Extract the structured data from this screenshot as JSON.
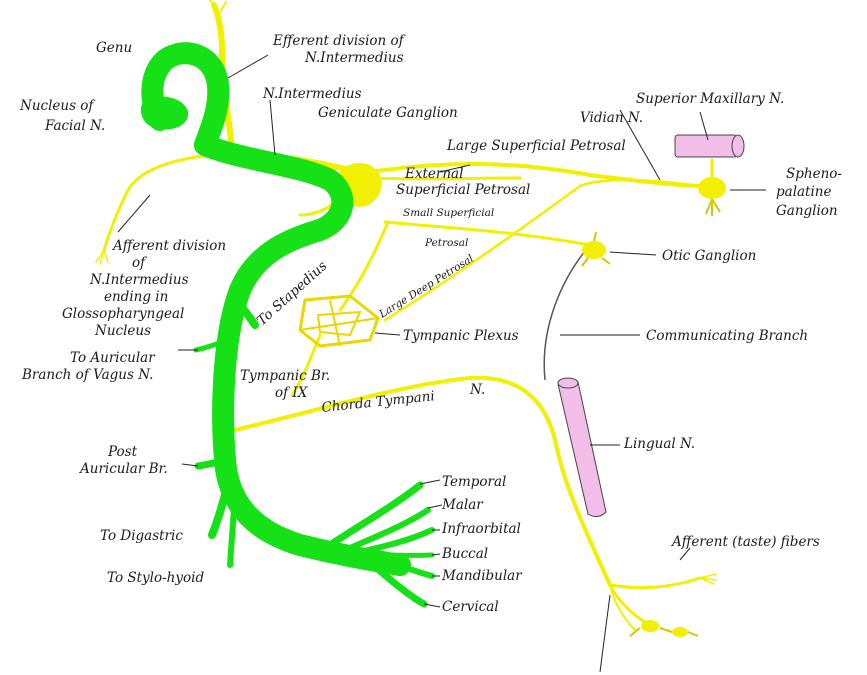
{
  "colors": {
    "motor": "#16e016",
    "sensory": "#f0f000",
    "sensory_edge": "#9a8f00",
    "structure": "#f2bde8",
    "ink": "#1a1a1a"
  },
  "labels": {
    "genu": "Genu",
    "nucleus_facial_1": "Nucleus of",
    "nucleus_facial_2": "Facial N.",
    "efferent_division_1": "Efferent division of",
    "efferent_division_2": "N.Intermedius",
    "n_intermedius": "N.Intermedius",
    "geniculate_ganglion": "Geniculate Ganglion",
    "large_superficial_petrosal": "Large Superficial Petrosal",
    "external_superficial_petrosal_1": "External",
    "external_superficial_petrosal_2": "Superficial Petrosal",
    "small_superficial_petrosal_1": "Small Superficial",
    "small_superficial_petrosal_2": "Petrosal",
    "large_deep_petrosal": "Large Deep Petrosal",
    "vidian_n": "Vidian N.",
    "superior_maxillary_n": "Superior Maxillary N.",
    "sphenopalatine_1": "Spheno-",
    "sphenopalatine_2": "palatine",
    "sphenopalatine_3": "Ganglion",
    "otic_ganglion": "Otic Ganglion",
    "afferent_division_1": "Afferent division",
    "afferent_division_2": "of",
    "afferent_division_3": "N.Intermedius",
    "afferent_division_4": "ending in",
    "afferent_division_5": "Glossopharyngeal",
    "afferent_division_6": "Nucleus",
    "to_stapedius": "To Stapedius",
    "tympanic_plexus": "Tympanic Plexus",
    "communicating_branch": "Communicating Branch",
    "to_auricular_1": "To Auricular",
    "to_auricular_2": "Branch of Vagus N.",
    "tympanic_br_1": "Tympanic Br.",
    "tympanic_br_2": "of IX",
    "chorda_tympani": "Chorda Tympani",
    "chorda_tympani_n": "N.",
    "lingual_n": "Lingual N.",
    "post_auricular_1": "Post",
    "post_auricular_2": "Auricular Br.",
    "temporal": "Temporal",
    "malar": "Malar",
    "infraorbital": "Infraorbital",
    "buccal": "Buccal",
    "mandibular": "Mandibular",
    "cervical": "Cervical",
    "to_digastric": "To Digastric",
    "to_stylohyoid": "To Stylo-hyoid",
    "afferent_taste": "Afferent (taste) fibers"
  }
}
